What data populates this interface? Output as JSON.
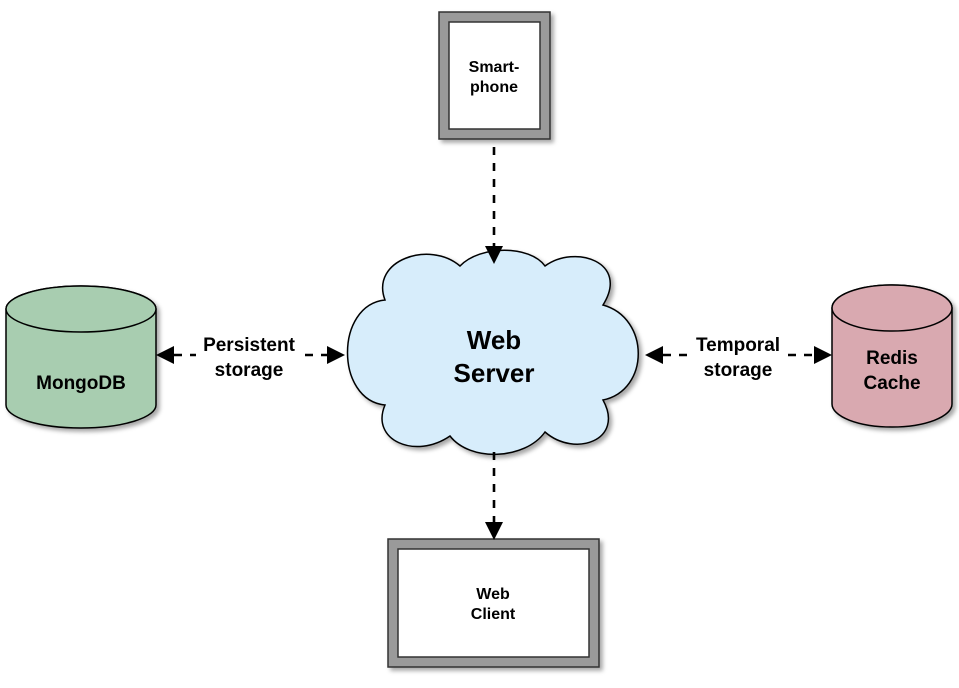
{
  "nodes": {
    "smartphone": {
      "label_line1": "Smart-",
      "label_line2": "phone"
    },
    "web_server": {
      "label_line1": "Web",
      "label_line2": "Server"
    },
    "mongodb": {
      "label": "MongoDB"
    },
    "redis": {
      "label_line1": "Redis",
      "label_line2": "Cache"
    },
    "web_client": {
      "label_line1": "Web",
      "label_line2": "Client"
    }
  },
  "edges": {
    "persistent": {
      "label_line1": "Persistent",
      "label_line2": "storage"
    },
    "temporal": {
      "label_line1": "Temporal",
      "label_line2": "storage"
    }
  },
  "colors": {
    "device_frame": "#9a9a9a",
    "cloud_fill": "#d7edfb",
    "mongodb_fill": "#a8cdb0",
    "redis_fill": "#d9a9b0"
  }
}
